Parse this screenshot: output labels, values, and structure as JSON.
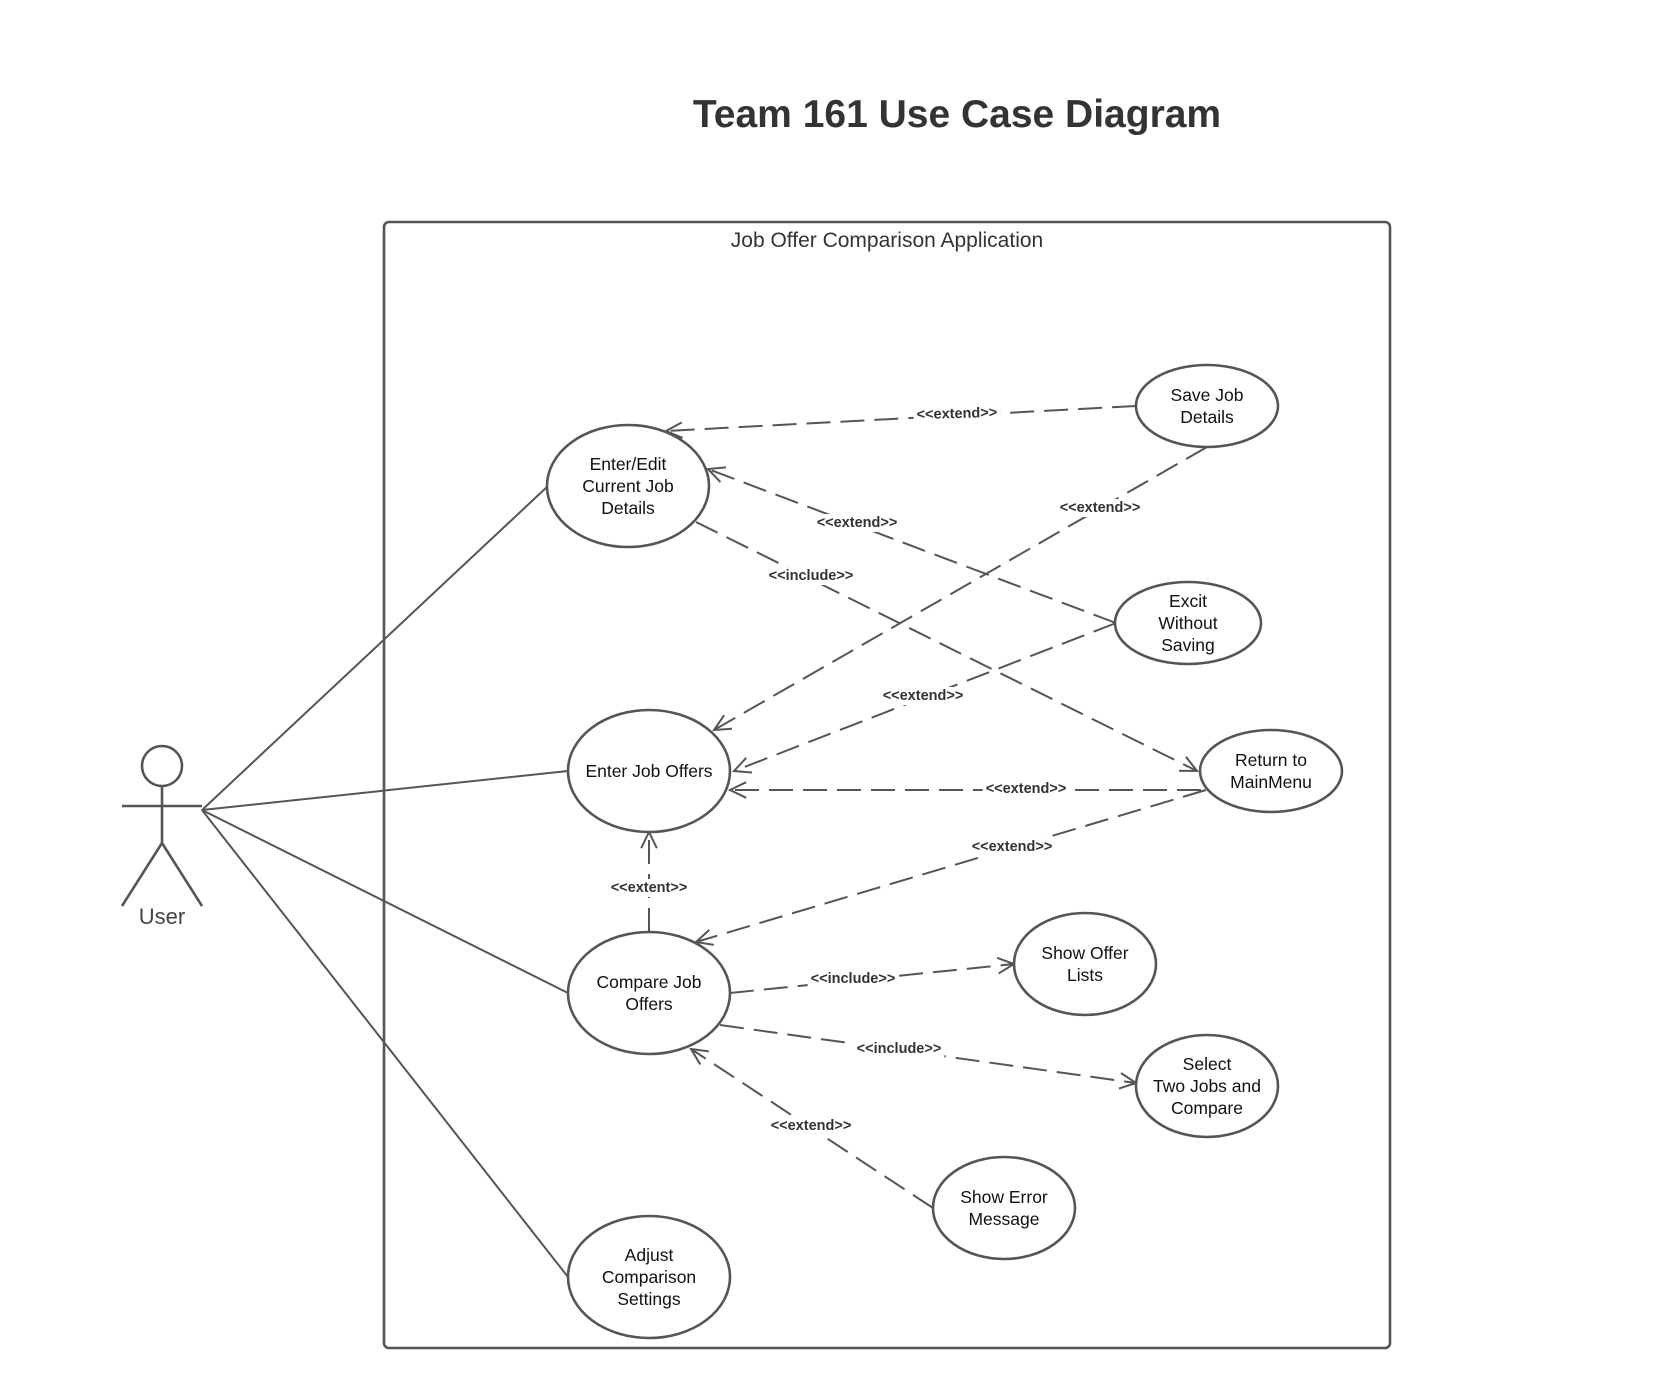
{
  "title": "Team 161 Use Case Diagram",
  "system_boundary": {
    "label": "Job Offer Comparison Application"
  },
  "actor": {
    "id": "user",
    "label": "User"
  },
  "use_cases": [
    {
      "id": "enter_edit",
      "lines": [
        "Enter/Edit",
        "Current Job",
        "Details"
      ]
    },
    {
      "id": "enter_offers",
      "lines": [
        "Enter Job Offers"
      ]
    },
    {
      "id": "compare",
      "lines": [
        "Compare Job",
        "Offers"
      ]
    },
    {
      "id": "adjust",
      "lines": [
        "Adjust",
        "Comparison",
        "Settings"
      ]
    },
    {
      "id": "save",
      "lines": [
        "Save Job",
        "Details"
      ]
    },
    {
      "id": "exit",
      "lines": [
        "Excit",
        "Without",
        "Saving"
      ]
    },
    {
      "id": "return",
      "lines": [
        "Return to",
        "MainMenu"
      ]
    },
    {
      "id": "show_lists",
      "lines": [
        "Show Offer",
        "Lists"
      ]
    },
    {
      "id": "select_two",
      "lines": [
        "Select",
        "Two Jobs and",
        "Compare"
      ]
    },
    {
      "id": "show_error",
      "lines": [
        "Show Error",
        "Message"
      ]
    }
  ],
  "associations": [
    {
      "from": "user",
      "to": "enter_edit"
    },
    {
      "from": "user",
      "to": "enter_offers"
    },
    {
      "from": "user",
      "to": "compare"
    },
    {
      "from": "user",
      "to": "adjust"
    }
  ],
  "relationships": [
    {
      "from": "save",
      "to": "enter_edit",
      "label": "<<extend>>"
    },
    {
      "from": "exit",
      "to": "enter_edit",
      "label": "<<extend>>"
    },
    {
      "from": "enter_edit",
      "to": "return",
      "label": "<<include>>"
    },
    {
      "from": "save",
      "to": "enter_offers",
      "label": "<<extend>>"
    },
    {
      "from": "exit",
      "to": "enter_offers",
      "label": "<<extend>>"
    },
    {
      "from": "return",
      "to": "enter_offers",
      "label": "<<extend>>"
    },
    {
      "from": "return",
      "to": "compare",
      "label": "<<extend>>"
    },
    {
      "from": "compare",
      "to": "enter_offers",
      "label": "<<extent>>"
    },
    {
      "from": "compare",
      "to": "show_lists",
      "label": "<<include>>"
    },
    {
      "from": "compare",
      "to": "select_two",
      "label": "<<include>>"
    },
    {
      "from": "show_error",
      "to": "compare",
      "label": "<<extend>>"
    }
  ]
}
